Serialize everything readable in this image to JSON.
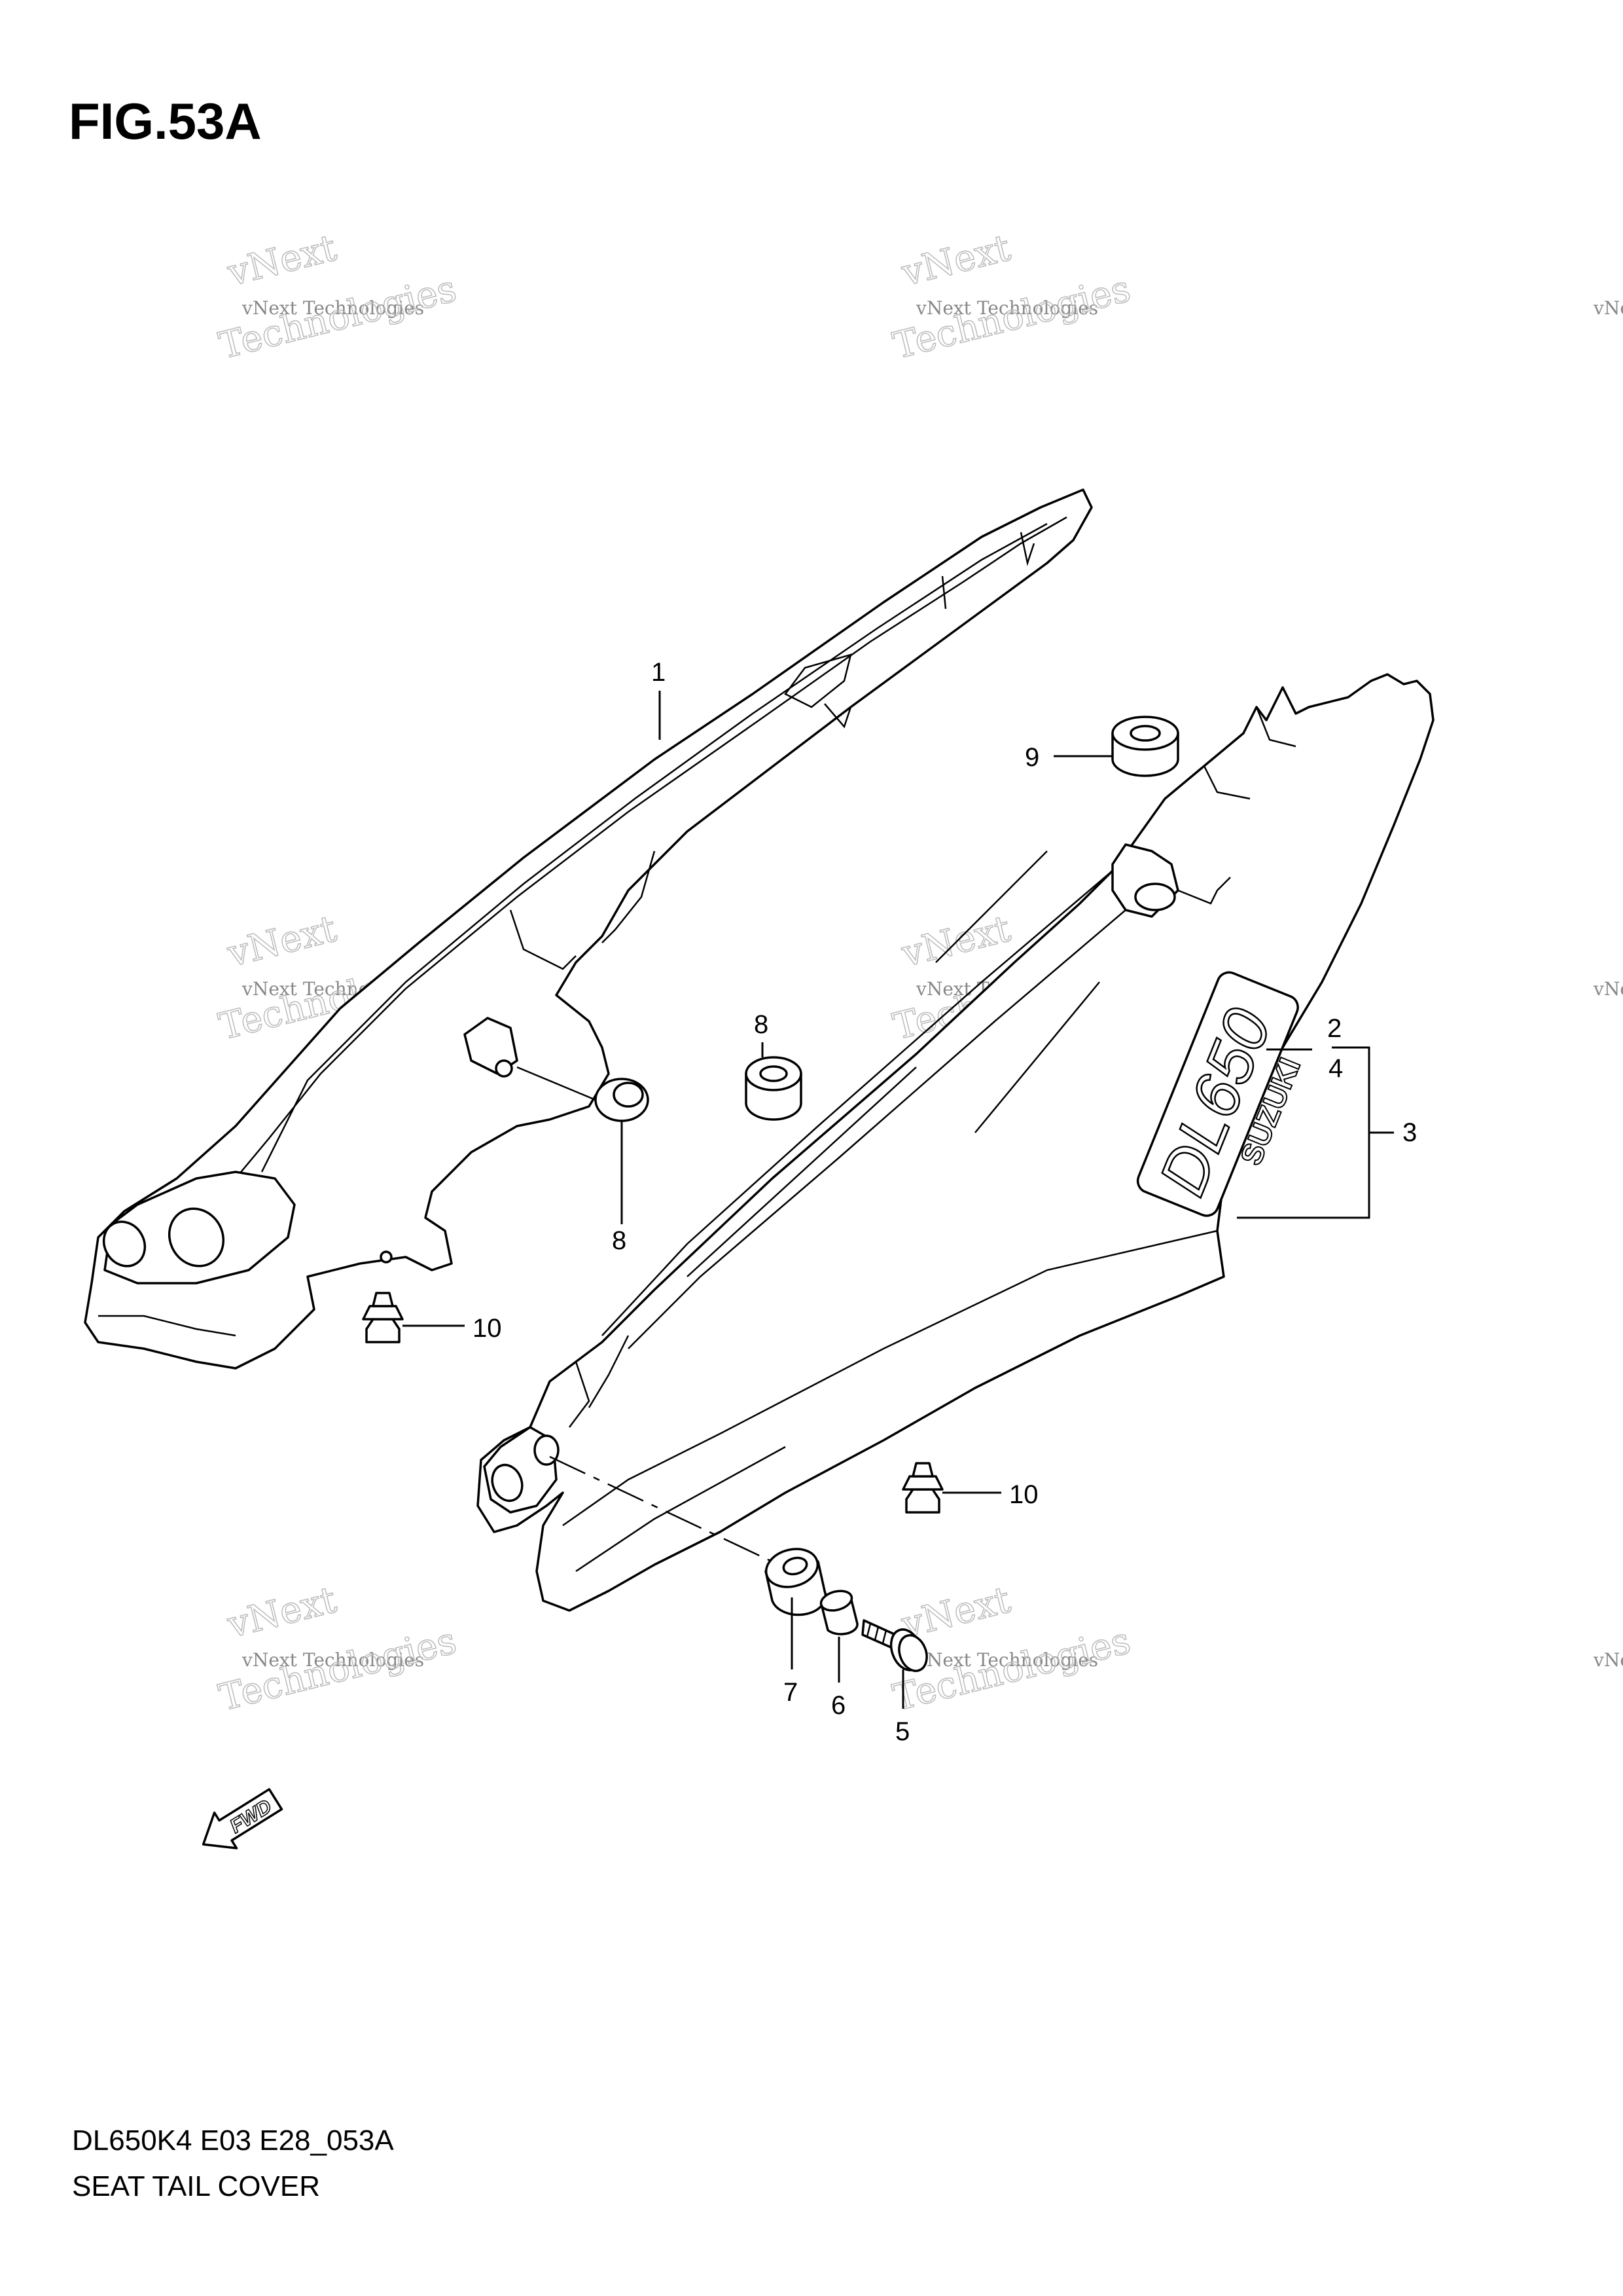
{
  "figure": {
    "title": "FIG.53A",
    "model_code": "DL650K4 E03 E28_053A",
    "name": "SEAT TAIL COVER"
  },
  "callouts": {
    "c1": "1",
    "c2": "2",
    "c3": "3",
    "c4": "4",
    "c5": "5",
    "c6": "6",
    "c7": "7",
    "c8a": "8",
    "c8b": "8",
    "c9": "9",
    "c10a": "10",
    "c10b": "10"
  },
  "labels": {
    "fwd": "FWD",
    "badge_model": "DL650",
    "badge_brand": "SUZUKI"
  },
  "watermark": {
    "small_text": "vNext Technologies",
    "top_word": "vNext",
    "big_word": "Technologies"
  }
}
